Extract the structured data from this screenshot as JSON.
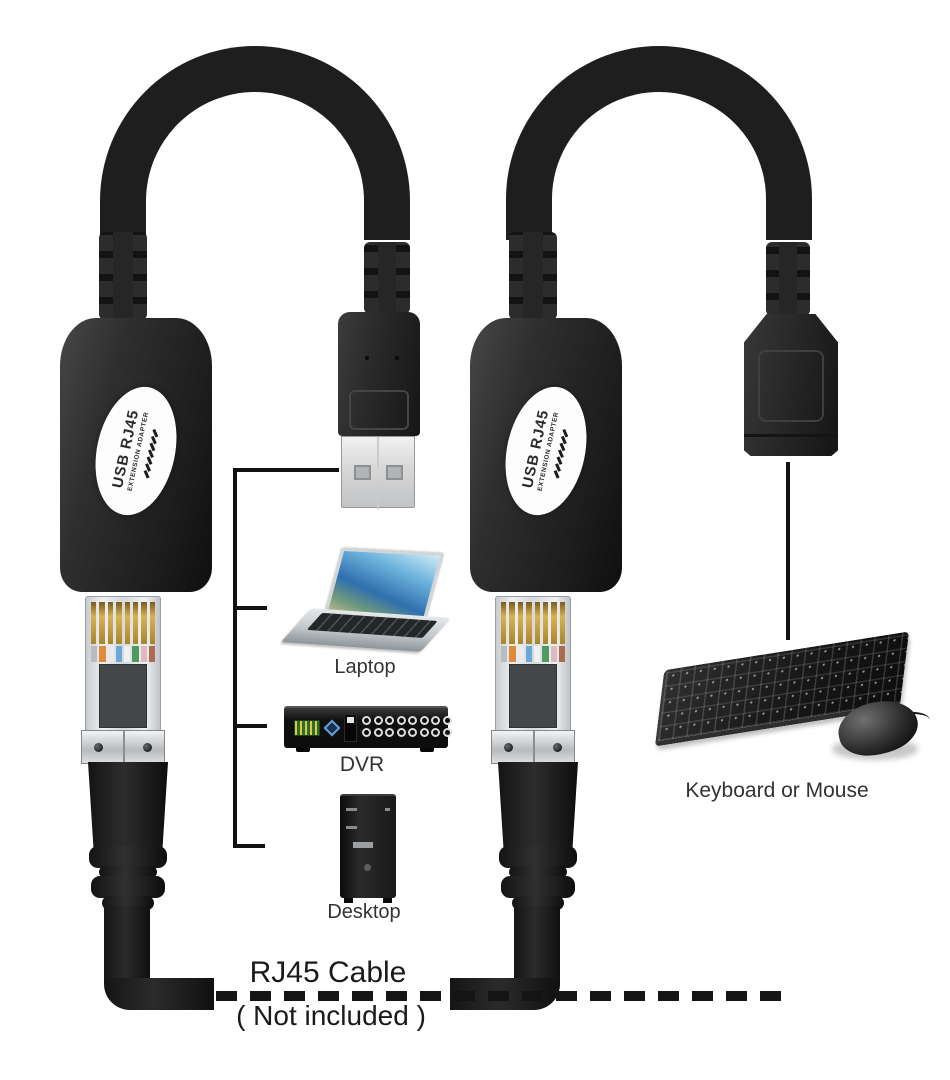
{
  "adapter_label": {
    "line1": "USB RJ45",
    "line2": "EXTENSION ADAPTER"
  },
  "device_labels": {
    "laptop": "Laptop",
    "dvr": "DVR",
    "desktop": "Desktop",
    "keyboard_mouse": "Keyboard or Mouse"
  },
  "cable_note": {
    "title": "RJ45 Cable",
    "subtitle": "( Not included )"
  },
  "colors": {
    "background": "#ffffff",
    "plastic_black": "#1f1f1f",
    "usb_metal_silver": "#d9d9d9",
    "rj45_pin_gold": "#c9a043",
    "label_text": "#333333",
    "note_text": "#1a1a1a",
    "connector_line": "#121212",
    "laptop_screen_blue": "#3b82c4",
    "dvr_terminal_green": "#2f6b2f",
    "dvr_diamond_blue": "#6aa0d8"
  },
  "rj45_wire_colors": [
    "#b8bcc0",
    "#e08a3c",
    "#e8eaec",
    "#6aa8d8",
    "#f0f0f0",
    "#4f9a5f",
    "#e0b8c0",
    "#b06a50"
  ]
}
